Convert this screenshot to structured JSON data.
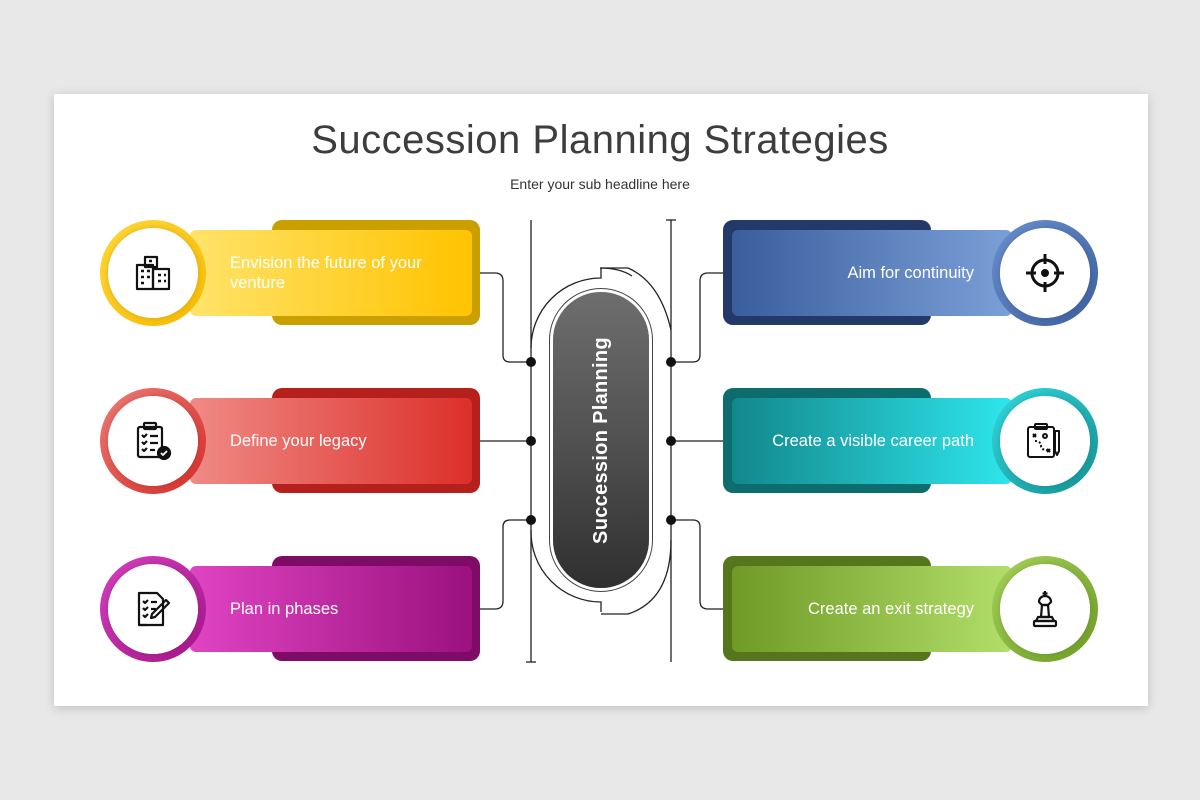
{
  "header": {
    "title": "Succession Planning Strategies",
    "subtitle": "Enter your sub headline here"
  },
  "center": {
    "label": "Succession Planning"
  },
  "items": [
    {
      "label": "Envision the future of your venture",
      "icon": "buildings-icon",
      "color": "#ffc300"
    },
    {
      "label": "Define your legacy",
      "icon": "clipboard-check-icon",
      "color": "#dc2f2a"
    },
    {
      "label": "Plan in phases",
      "icon": "checklist-pen-icon",
      "color": "#a31486"
    },
    {
      "label": "Aim for continuity",
      "icon": "crosshair-icon",
      "color": "#3c5f9c"
    },
    {
      "label": "Create a visible career path",
      "icon": "strategy-board-icon",
      "color": "#138f92"
    },
    {
      "label": "Create an exit strategy",
      "icon": "chess-piece-icon",
      "color": "#6b9a22"
    }
  ]
}
